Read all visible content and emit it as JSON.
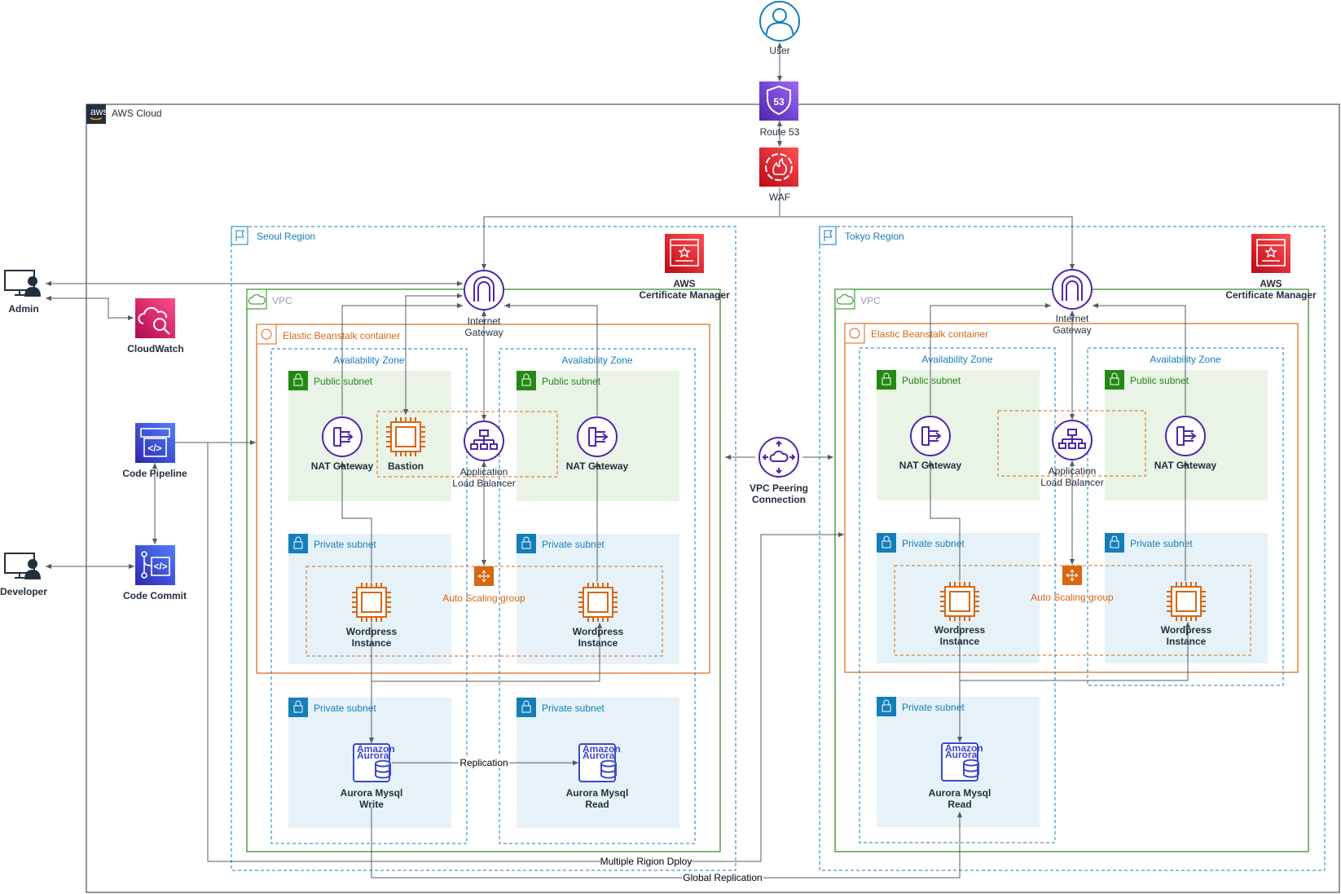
{
  "aws_cloud": "AWS Cloud",
  "user": "User",
  "route53": "Route 53",
  "waf": "WAF",
  "admin": "Admin",
  "developer": "Developer",
  "cloudwatch": "CloudWatch",
  "code_pipeline": "Code Pipeline",
  "code_commit": "Code Commit",
  "vpc_peering": [
    "VPC Peering",
    "Connection"
  ],
  "multi_region_label": "Multiple Rigion Dploy",
  "global_replication_label": "Global Replication",
  "seoul": {
    "region": "Seoul Region",
    "vpc": "VPC",
    "acm": [
      "AWS",
      "Certificate Manager"
    ],
    "igw": [
      "Internet",
      "Gateway"
    ],
    "eb": "Elastic Beanstalk container",
    "az": "Availability Zone",
    "public_subnet": "Public subnet",
    "private_subnet": "Private subnet",
    "nat": "NAT Gateway",
    "bastion": "Bastion",
    "alb": [
      "Application",
      "Load Balancer"
    ],
    "asg": "Auto Scaling group",
    "wp": [
      "Wordpress",
      "Instance"
    ],
    "aurora_write": [
      "Aurora Mysql",
      "Write"
    ],
    "aurora_read": [
      "Aurora Mysql",
      "Read"
    ],
    "replication": "Replication"
  },
  "tokyo": {
    "region": "Tokyo Region",
    "vpc": "VPC",
    "acm": [
      "AWS",
      "Certificate Manager"
    ],
    "igw": [
      "Internet",
      "Gateway"
    ],
    "eb": "Elastic Beanstalk container",
    "az": "Availability Zone",
    "public_subnet": "Public subnet",
    "private_subnet": "Private subnet",
    "nat": "NAT Gateway",
    "alb": [
      "Application",
      "Load Balancer"
    ],
    "asg": "Auto Scaling group",
    "wp": [
      "Wordpress",
      "Instance"
    ],
    "aurora_read": [
      "Aurora Mysql",
      "Read"
    ]
  },
  "aurora_logo": [
    "Amazon",
    "Aurora"
  ],
  "colors": {
    "group_blue": "#147EBA",
    "vpc_green": "#248814",
    "eb_orange": "#D86613",
    "public_fill": "#E9F3E6",
    "private_fill": "#E6F2F8",
    "ec2_orange": "#D86613",
    "network_purple": "#4D27AA",
    "route53_purple": "#8C4FFF",
    "security_red": "#DD344C",
    "mgmt_pink": "#E7157B",
    "devtools_blue": "#3B48CC",
    "line": "#545B64"
  }
}
